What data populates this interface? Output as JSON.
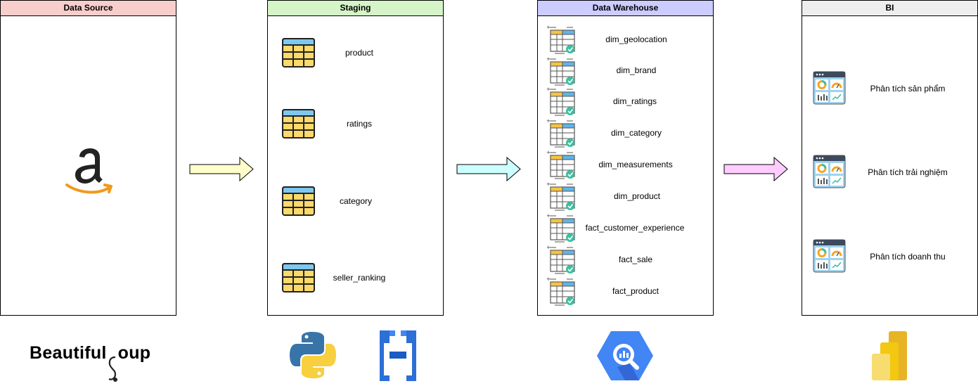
{
  "panels": {
    "source": {
      "title": "Data Source",
      "color": "#f8cecc"
    },
    "staging": {
      "title": "Staging",
      "color": "#d5f5c8",
      "items": [
        "product",
        "ratings",
        "category",
        "seller_ranking"
      ]
    },
    "warehouse": {
      "title": "Data Warehouse",
      "color": "#ccccff",
      "items": [
        "dim_geolocation",
        "dim_brand",
        "dim_ratings",
        "dim_category",
        "dim_measurements",
        "dim_product",
        "fact_customer_experience",
        "fact_sale",
        "fact_product"
      ]
    },
    "bi": {
      "title": "BI",
      "color": "#eeeeee",
      "items": [
        "Phân tích sản phẩm",
        "Phân tích trải nghiệm",
        "Phân tích doanh thu"
      ]
    }
  },
  "arrows": {
    "arrow1_color": "#ffffcc",
    "arrow2_color": "#ccffff",
    "arrow3_color": "#ffccff"
  },
  "logos": {
    "source_logo": "amazon-logo",
    "beautifulsoup_text": "Beautiful",
    "beautifulsoup_text2": "oup",
    "python_logo": "python-logo",
    "airflow_logo": "pipeline-logo",
    "bigquery_logo": "bigquery-logo",
    "powerbi_logo": "powerbi-logo"
  }
}
